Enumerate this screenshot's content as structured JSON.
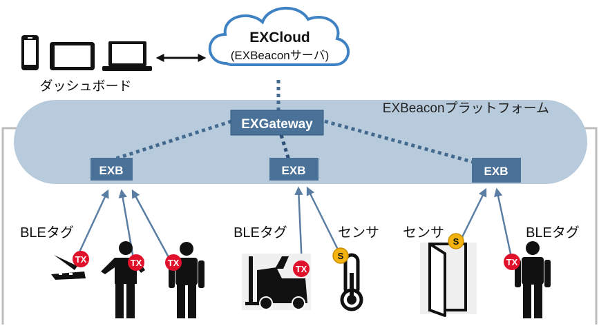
{
  "cloud": {
    "title": "EXCloud",
    "subtitle": "(EXBeaconサーバ)"
  },
  "dashboard": {
    "label": "ダッシュボード",
    "devices": [
      "smartphone-icon",
      "tablet-icon",
      "laptop-icon"
    ]
  },
  "platform": {
    "label": "EXBeaconプラットフォーム"
  },
  "gateway": {
    "label": "EXGateway"
  },
  "exb": {
    "left": "EXB",
    "center": "EXB",
    "right": "EXB"
  },
  "groups": {
    "left": {
      "label": "BLEタグ"
    },
    "center_tag": {
      "label": "BLEタグ"
    },
    "center_sensor": {
      "label": "センサ"
    },
    "right_sensor": {
      "label": "センサ"
    },
    "right_tag": {
      "label": "BLEタグ"
    }
  },
  "badges": {
    "tx": "TX",
    "sensor": "S"
  },
  "colors": {
    "platform_fill": "#b7cbdc",
    "box_fill": "#4a7299",
    "link_blue": "#43698f",
    "arrow_blue": "#5a7ea3",
    "tx_red": "#e0112b",
    "sensor_gold": "#f2b20f",
    "cloud_stroke": "#3f82c4",
    "frame_gray": "#bdbdbd"
  }
}
